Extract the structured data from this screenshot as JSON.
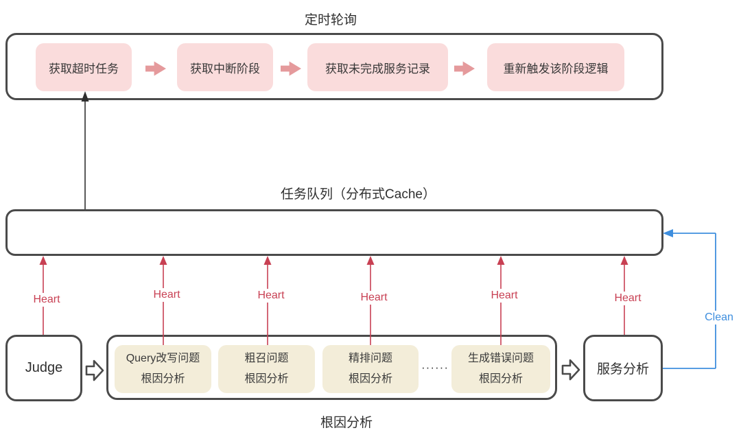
{
  "titles": {
    "polling": "定时轮询",
    "queue": "任务队列（分布式Cache）",
    "root_cause": "根因分析"
  },
  "polling_flow": {
    "steps": [
      "获取超时任务",
      "获取中断阶段",
      "获取未完成服务记录",
      "重新触发该阶段逻辑"
    ]
  },
  "judge": {
    "label": "Judge"
  },
  "service": {
    "label": "服务分析"
  },
  "root_cause_group": {
    "items": [
      {
        "line1": "Query改写问题",
        "line2": "根因分析"
      },
      {
        "line1": "粗召问题",
        "line2": "根因分析"
      },
      {
        "line1": "精排问题",
        "line2": "根因分析"
      },
      {
        "line1": "生成错误问题",
        "line2": "根因分析"
      }
    ],
    "ellipsis": "······"
  },
  "edges": {
    "heart_label": "Heart",
    "clean_label": "Clean"
  },
  "colors": {
    "container_border": "#4a4a4a",
    "step_fill": "#fadcdc",
    "step_arrow": "#e59a9c",
    "cause_fill": "#f3edd9",
    "heart_red": "#c84053",
    "clean_blue": "#3e8ede",
    "black_arrow": "#2f2f2f",
    "text": "#2f2f2f",
    "background": "#ffffff"
  }
}
